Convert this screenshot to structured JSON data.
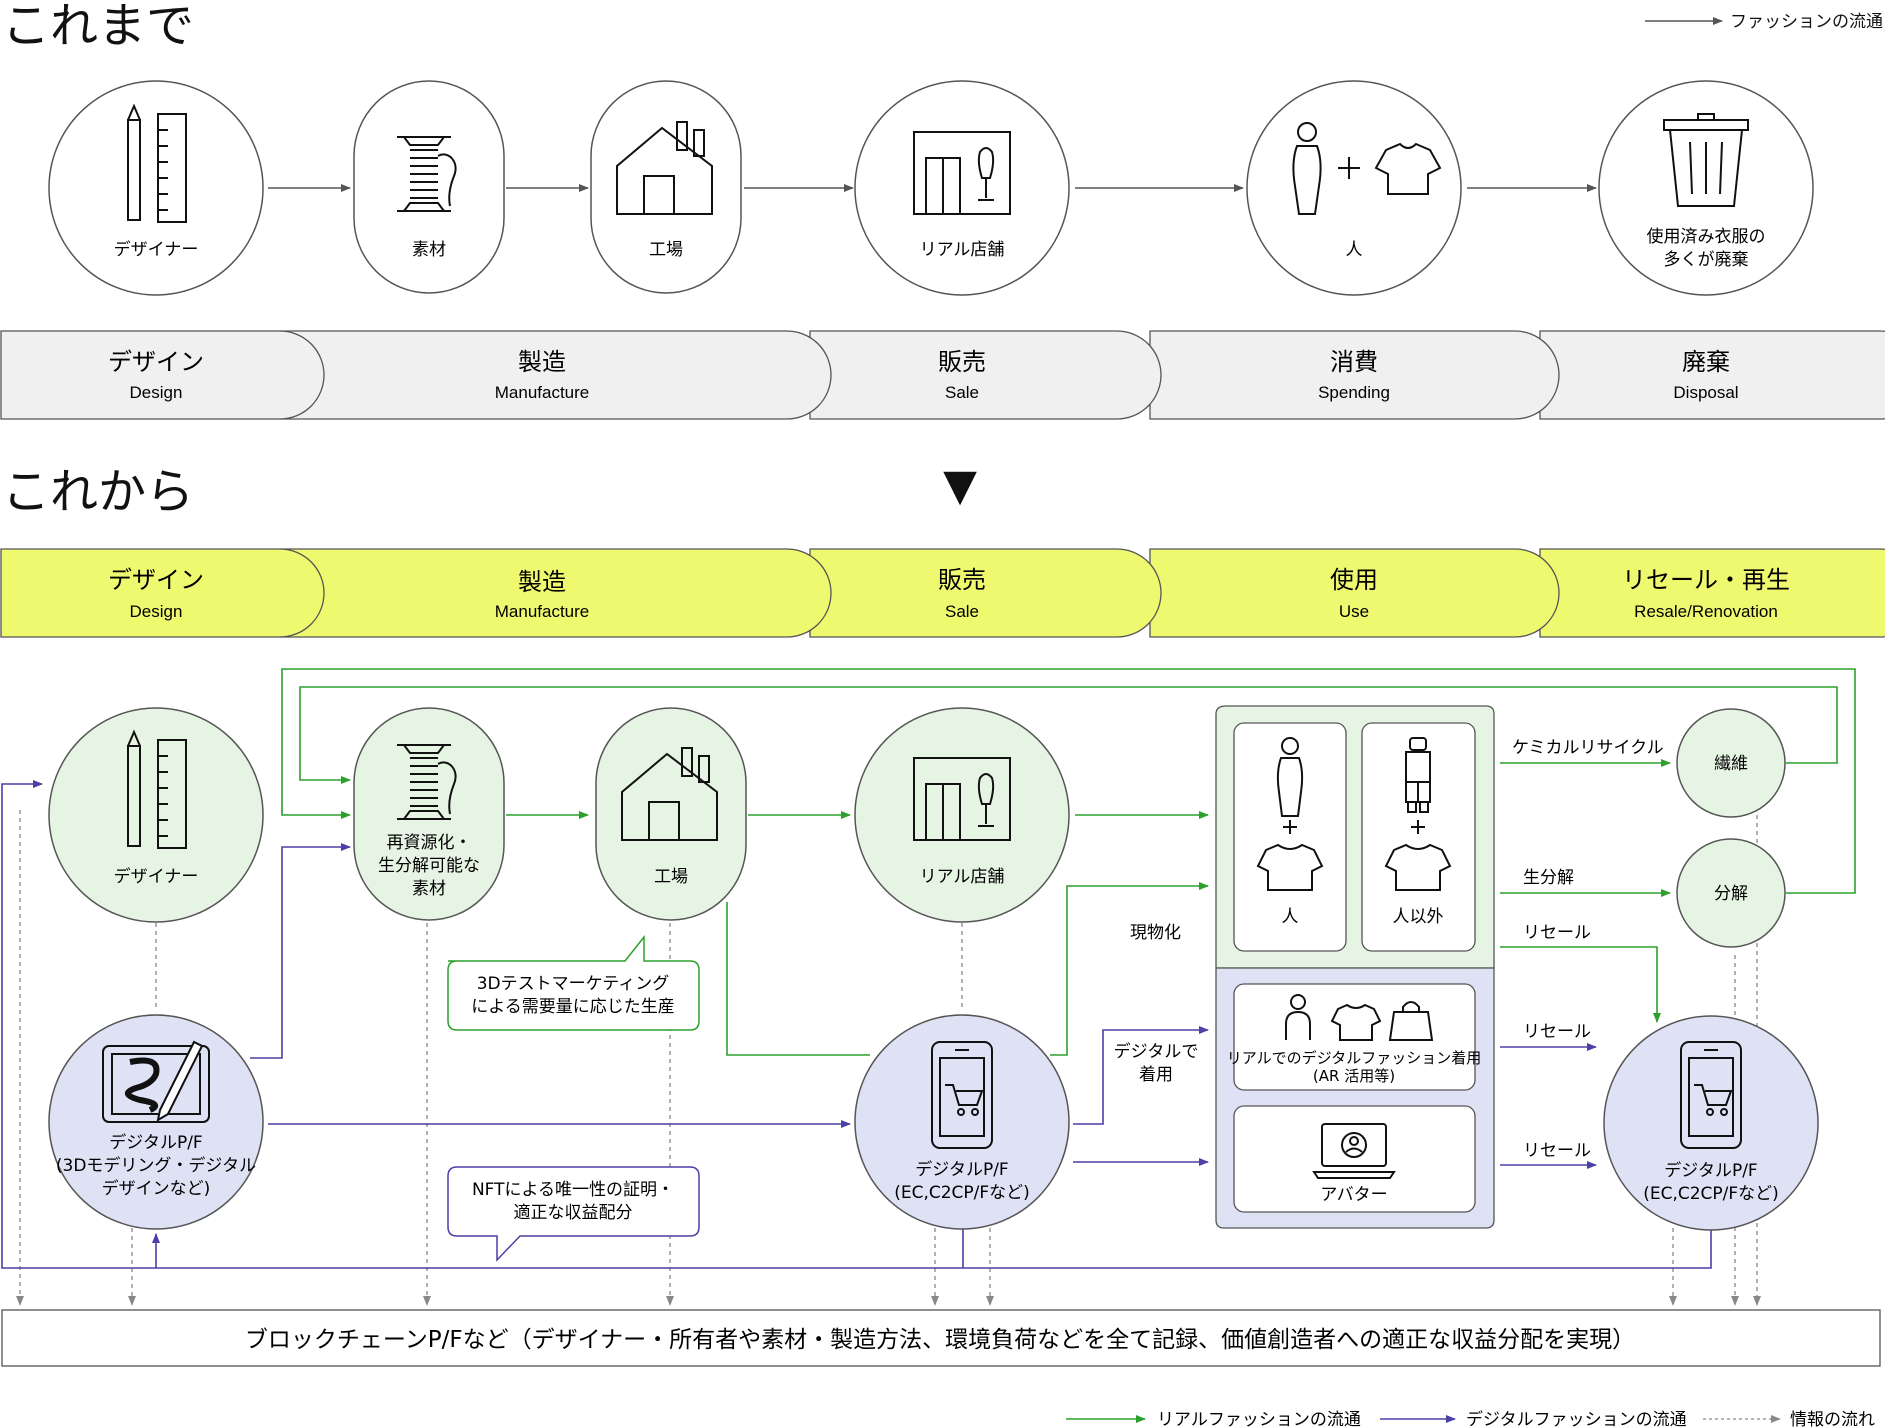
{
  "colors": {
    "real_flow": "#2ca02c",
    "digital_flow": "#4b3fa8",
    "info_flow": "#888888",
    "real_fill": "#e6f4e3",
    "digital_fill": "#dfe1f5",
    "stage_old_fill": "#f0f0f0",
    "stage_new_fill": "#eef96f"
  },
  "icons": [
    "pencil-ruler-icon",
    "thread-spool-icon",
    "factory-icon",
    "store-icon",
    "person-icon",
    "tshirt-icon",
    "trash-can-icon",
    "tablet-pen-icon",
    "smartphone-cart-icon",
    "mannequin-icon",
    "shopping-bag-icon",
    "laptop-avatar-icon",
    "plus-icon",
    "triangle-down-icon"
  ],
  "legend_top": {
    "fashion_flow": "ファッションの流通"
  },
  "legend_bottom": {
    "real_flow": "リアルファッションの流通",
    "digital_flow": "デジタルファッションの流通",
    "info_flow": "情報の流れ"
  },
  "before": {
    "title": "これまで",
    "nodes": {
      "designer": "デザイナー",
      "material": "素材",
      "factory": "工場",
      "store": "リアル店舗",
      "person": "人",
      "disposal_1": "使用済み衣服の",
      "disposal_2": "多くが廃棄"
    },
    "stages": [
      {
        "jp": "デザイン",
        "en": "Design"
      },
      {
        "jp": "製造",
        "en": "Manufacture"
      },
      {
        "jp": "販売",
        "en": "Sale"
      },
      {
        "jp": "消費",
        "en": "Spending"
      },
      {
        "jp": "廃棄",
        "en": "Disposal"
      }
    ]
  },
  "arrow_symbol": "▼",
  "after": {
    "title": "これから",
    "stages": [
      {
        "jp": "デザイン",
        "en": "Design"
      },
      {
        "jp": "製造",
        "en": "Manufacture"
      },
      {
        "jp": "販売",
        "en": "Sale"
      },
      {
        "jp": "使用",
        "en": "Use"
      },
      {
        "jp": "リセール・再生",
        "en": "Resale/Renovation"
      }
    ],
    "nodes": {
      "designer": "デザイナー",
      "material_1": "再資源化・",
      "material_2": "生分解可能な",
      "material_3": "素材",
      "factory": "工場",
      "store": "リアル店舗",
      "digital_design_1": "デジタルP/F",
      "digital_design_2": "(3Dモデリング・デジタル",
      "digital_design_3": "デザインなど)",
      "digital_sale_1": "デジタルP/F",
      "digital_sale_2": "(EC,C2CP/Fなど)",
      "digital_resale_1": "デジタルP/F",
      "digital_resale_2": "(EC,C2CP/Fなど)",
      "fiber": "繊維",
      "decompose": "分解"
    },
    "use_box": {
      "person": "人",
      "non_person": "人以外",
      "ar_1": "リアルでのデジタルファッション着用",
      "ar_2": "(AR 活用等)",
      "avatar": "アバター"
    },
    "labels": {
      "chemical_recycle": "ケミカルリサイクル",
      "biodegrade": "生分解",
      "resale": "リセール",
      "materialize": "現物化",
      "wear_digital_1": "デジタルで",
      "wear_digital_2": "着用"
    },
    "callouts": {
      "test_marketing_1": "3Dテストマーケティング",
      "test_marketing_2": "による需要量に応じた生産",
      "nft_1": "NFTによる唯一性の証明・",
      "nft_2": "適正な収益配分"
    },
    "blockchain": "ブロックチェーンP/Fなど（デザイナー・所有者や素材・製造方法、環境負荷などを全て記録、価値創造者への適正な収益分配を実現）"
  }
}
